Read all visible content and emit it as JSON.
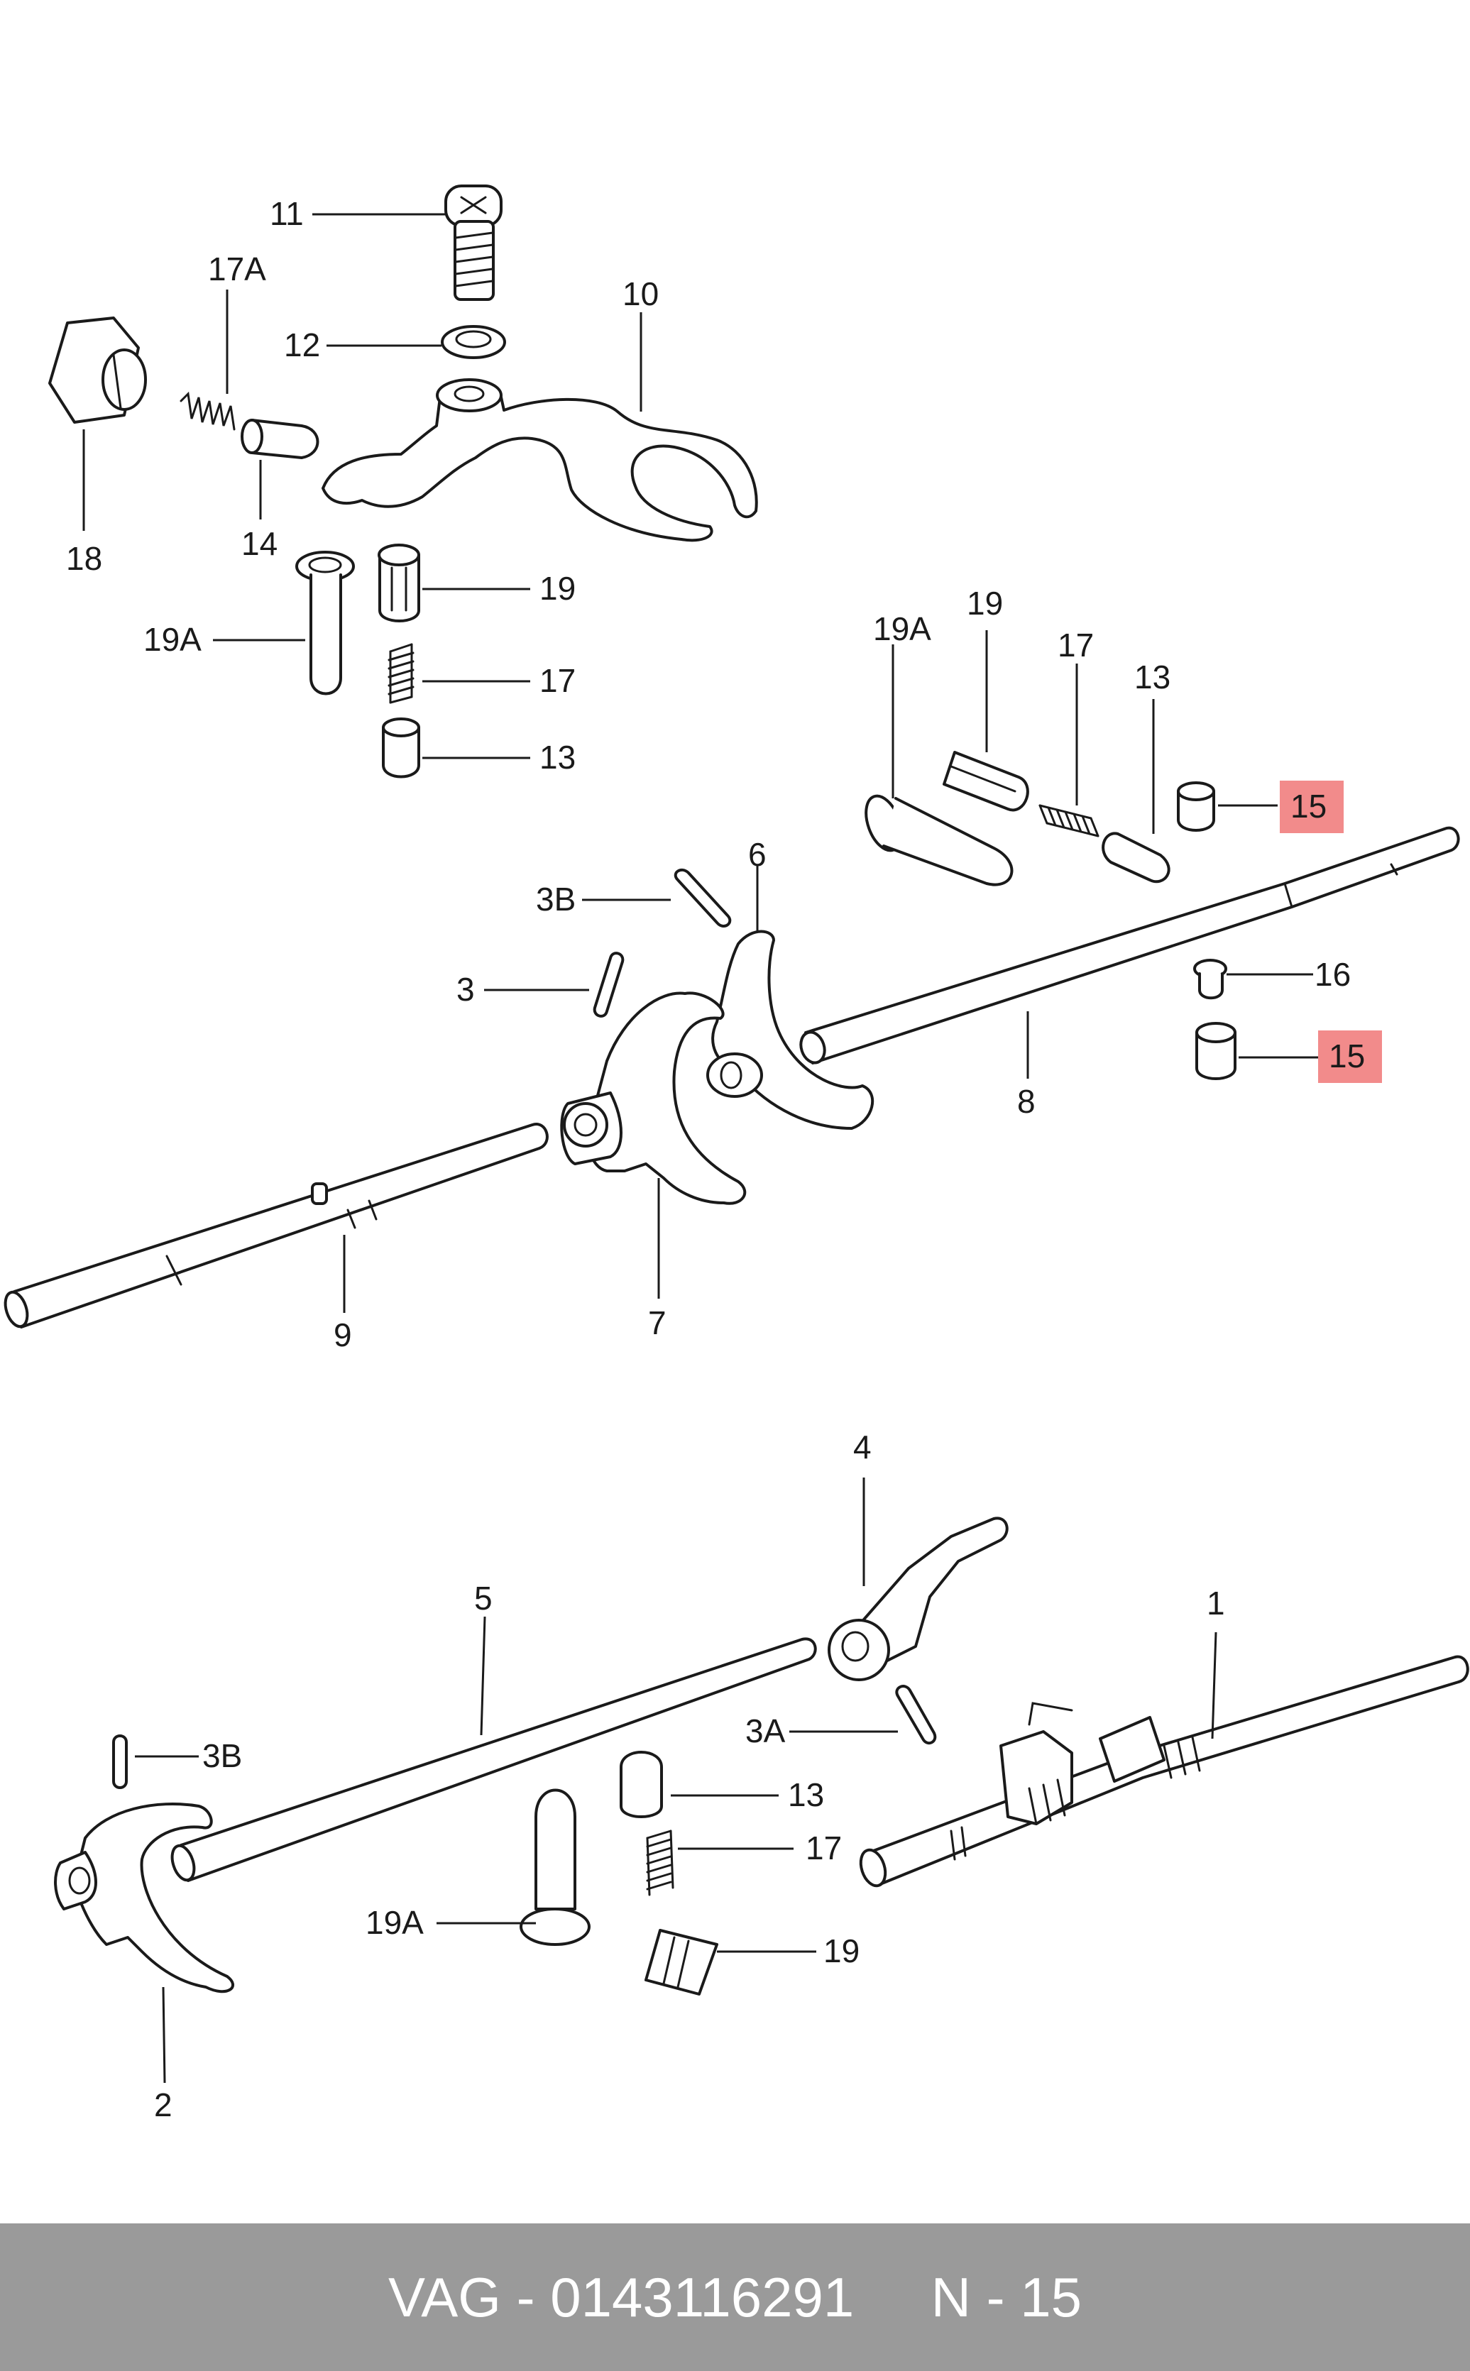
{
  "callouts": {
    "c11": "11",
    "c17a_top": "17A",
    "c10": "10",
    "c12": "12",
    "c18": "18",
    "c14": "14",
    "c19_left": "19",
    "c19a_left": "19A",
    "c17_left": "17",
    "c13_left": "13",
    "c19a_right": "19A",
    "c19_right": "19",
    "c17_right": "17",
    "c13_right": "13",
    "c15_a": "15",
    "c16": "16",
    "c15_b": "15",
    "c6": "6",
    "c3b_top": "3B",
    "c3": "3",
    "c8": "8",
    "c9": "9",
    "c7": "7",
    "c4": "4",
    "c5": "5",
    "c1": "1",
    "c3b_bottom": "3B",
    "c3a": "3A",
    "c13_bottom": "13",
    "c17_bottom": "17",
    "c19a_bottom": "19A",
    "c19_bottom": "19",
    "c2": "2"
  },
  "highlight_color": "#f28b8b",
  "footer": {
    "brand": "VAG",
    "sep1": " - ",
    "part_number": "0143116291",
    "gap": "     ",
    "ref": "N - 15"
  }
}
